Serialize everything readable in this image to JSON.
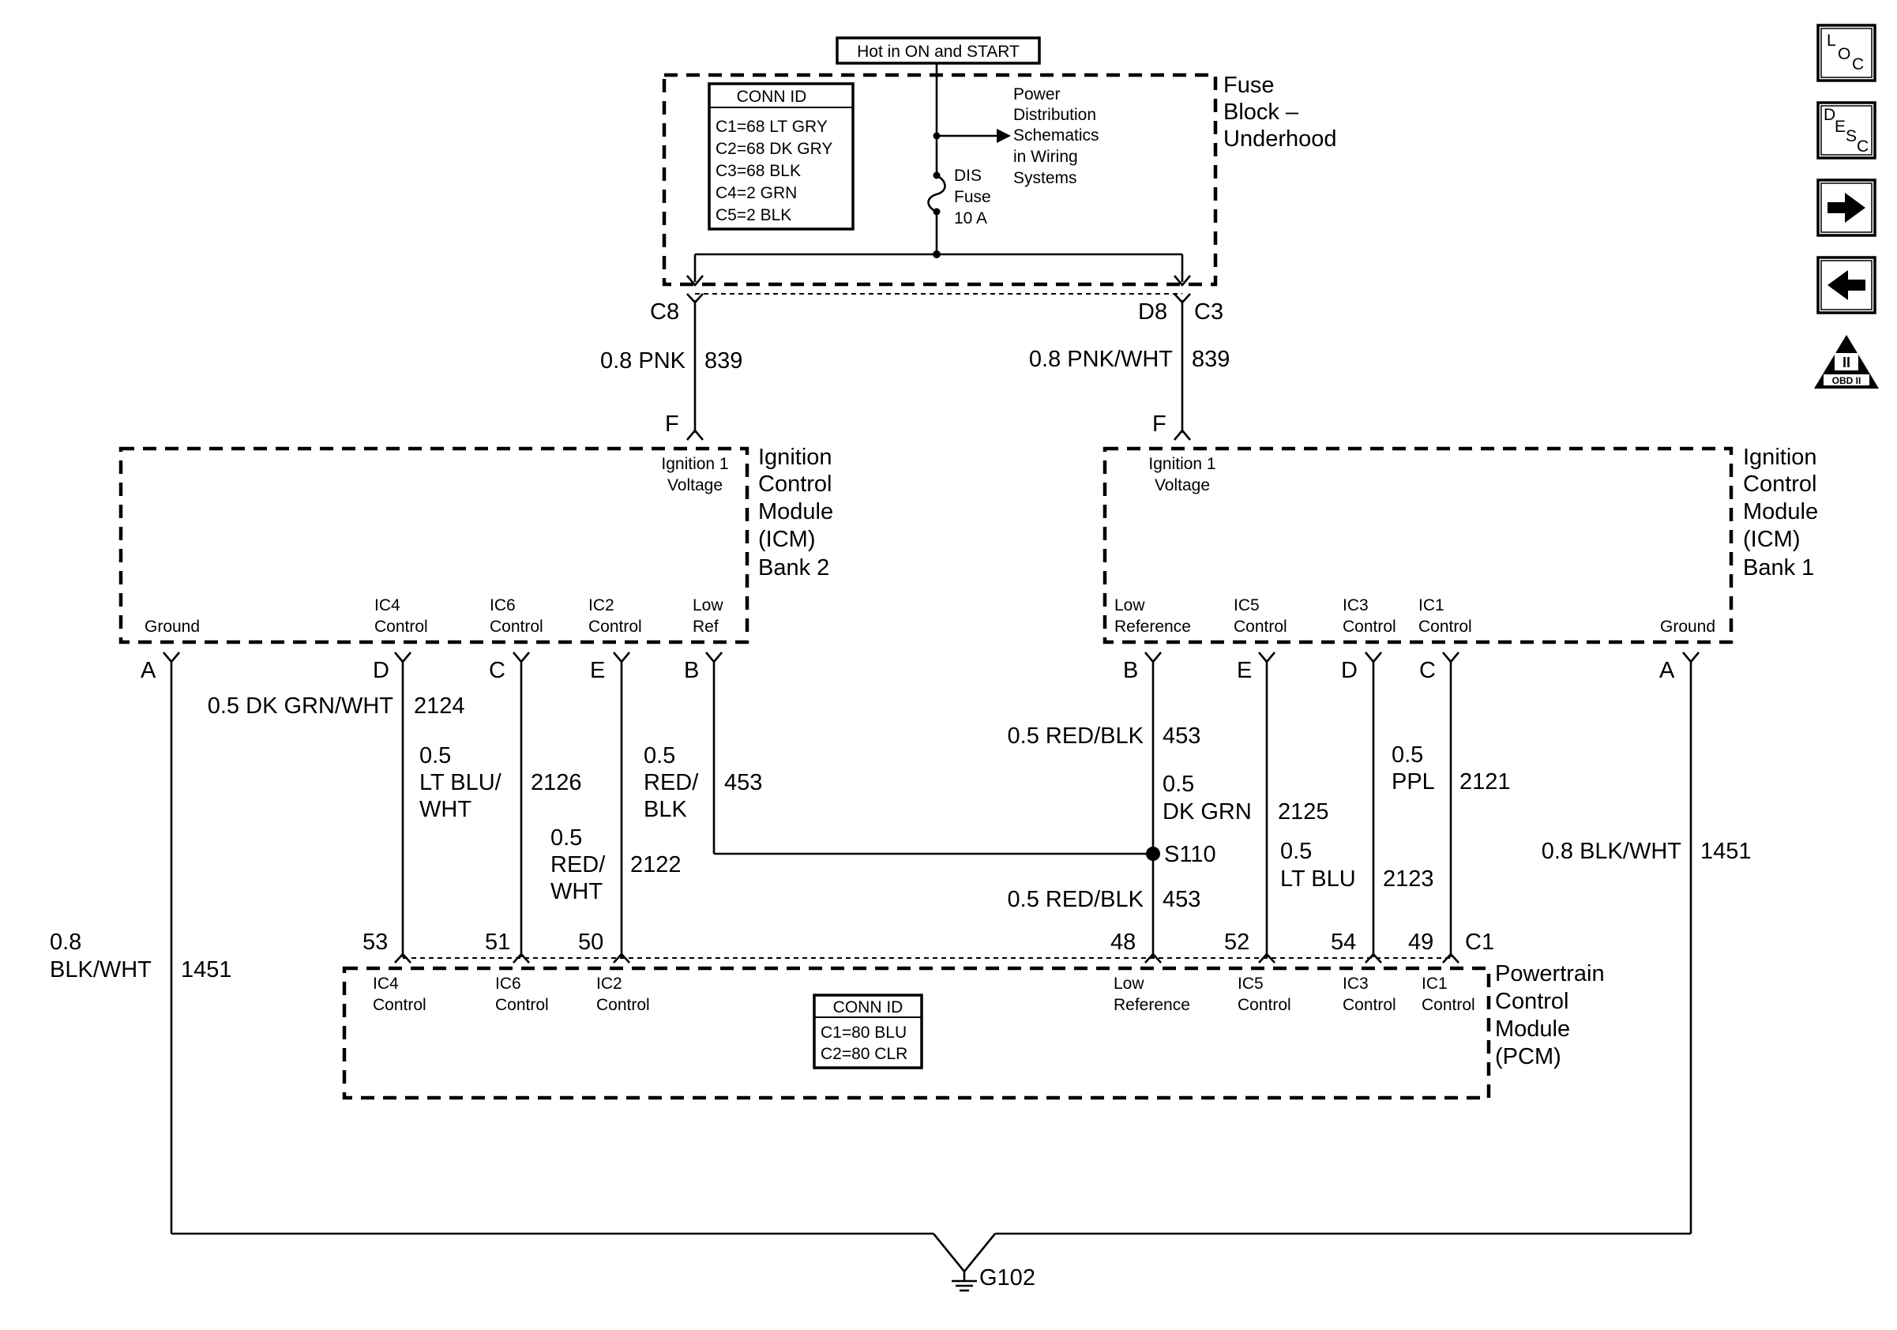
{
  "header": {
    "hot_label": "Hot in ON and START"
  },
  "fuse_block": {
    "title": [
      "Fuse",
      "Block –",
      "Underhood"
    ],
    "conn_id": {
      "title": "CONN ID",
      "lines": [
        "C1=68 LT GRY",
        "C2=68 DK GRY",
        "C3=68 BLK",
        "C4=2 GRN",
        "C5=2 BLK"
      ]
    },
    "ref_note": [
      "Power",
      "Distribution",
      "Schematics",
      "in Wiring",
      "Systems"
    ],
    "fuse": [
      "DIS",
      "Fuse",
      "10 A"
    ]
  },
  "feeds": {
    "left": {
      "connector": "C8",
      "wire": "0.8 PNK",
      "circuit": "839",
      "pin": "F"
    },
    "right": {
      "pin_top": "D8",
      "connector": "C3",
      "wire": "0.8 PNK/WHT",
      "circuit": "839",
      "pin": "F"
    }
  },
  "icm_bank2": {
    "title": [
      "Ignition",
      "Control",
      "Module",
      "(ICM)",
      "Bank 2"
    ],
    "voltage": [
      "Ignition 1",
      "Voltage"
    ],
    "terms": [
      {
        "label": [
          "",
          "Ground"
        ],
        "pin": "A"
      },
      {
        "label": [
          "IC4",
          "Control"
        ],
        "pin": "D"
      },
      {
        "label": [
          "IC6",
          "Control"
        ],
        "pin": "C"
      },
      {
        "label": [
          "IC2",
          "Control"
        ],
        "pin": "E"
      },
      {
        "label": [
          "Low",
          "Ref"
        ],
        "pin": "B"
      }
    ]
  },
  "icm_bank1": {
    "title": [
      "Ignition",
      "Control",
      "Module",
      "(ICM)",
      "Bank 1"
    ],
    "voltage": [
      "Ignition 1",
      "Voltage"
    ],
    "terms": [
      {
        "label": [
          "Low",
          "Reference"
        ],
        "pin": "B"
      },
      {
        "label": [
          "IC5",
          "Control"
        ],
        "pin": "E"
      },
      {
        "label": [
          "IC3",
          "Control"
        ],
        "pin": "D"
      },
      {
        "label": [
          "IC1",
          "Control"
        ],
        "pin": "C"
      },
      {
        "label": [
          "",
          "Ground"
        ],
        "pin": "A"
      }
    ]
  },
  "wires": {
    "gnd_left": {
      "color": [
        "0.8",
        "BLK/WHT"
      ],
      "circuit": "1451"
    },
    "ic4": {
      "color": [
        "0.5 DK GRN/WHT"
      ],
      "circuit": "2124"
    },
    "ic6": {
      "color": [
        "0.5",
        "LT BLU/",
        "WHT"
      ],
      "circuit": "2126"
    },
    "ic2": {
      "color": [
        "0.5",
        "RED/",
        "WHT"
      ],
      "circuit": "2122"
    },
    "lowref_b2": {
      "color": [
        "0.5",
        "RED/",
        "BLK"
      ],
      "circuit": "453"
    },
    "lowref_b1_top": {
      "color": [
        "0.5 RED/BLK"
      ],
      "circuit": "453"
    },
    "lowref_b1_bottom": {
      "color": [
        "0.5 RED/BLK"
      ],
      "circuit": "453"
    },
    "ic5": {
      "color": [
        "0.5",
        "DK GRN"
      ],
      "circuit": "2125"
    },
    "ic3": {
      "color": [
        "0.5",
        "LT BLU"
      ],
      "circuit": "2123"
    },
    "ic1": {
      "color": [
        "0.5",
        "PPL"
      ],
      "circuit": "2121"
    },
    "gnd_right": {
      "color": [
        "0.8 BLK/WHT"
      ],
      "circuit": "1451"
    }
  },
  "splice": {
    "label": "S110"
  },
  "pcm": {
    "title": [
      "Powertrain",
      "Control",
      "Module",
      "(PCM)"
    ],
    "connector": "C1",
    "conn_id": {
      "title": "CONN ID",
      "lines": [
        "C1=80 BLU",
        "C2=80 CLR"
      ]
    },
    "terms": [
      {
        "pin": "53",
        "label": [
          "IC4",
          "Control"
        ]
      },
      {
        "pin": "51",
        "label": [
          "IC6",
          "Control"
        ]
      },
      {
        "pin": "50",
        "label": [
          "IC2",
          "Control"
        ]
      },
      {
        "pin": "48",
        "label": [
          "Low",
          "Reference"
        ]
      },
      {
        "pin": "52",
        "label": [
          "IC5",
          "Control"
        ]
      },
      {
        "pin": "54",
        "label": [
          "IC3",
          "Control"
        ]
      },
      {
        "pin": "49",
        "label": [
          "IC1",
          "Control"
        ]
      }
    ]
  },
  "ground": {
    "label": "G102"
  },
  "nav": {
    "loc": [
      "L",
      "O",
      "C"
    ],
    "desc": [
      "D",
      "E",
      "S",
      "C"
    ],
    "next_icon": "right-arrow-icon",
    "prev_icon": "left-arrow-icon",
    "obd": {
      "numeral": "II",
      "label": "OBD II"
    }
  }
}
